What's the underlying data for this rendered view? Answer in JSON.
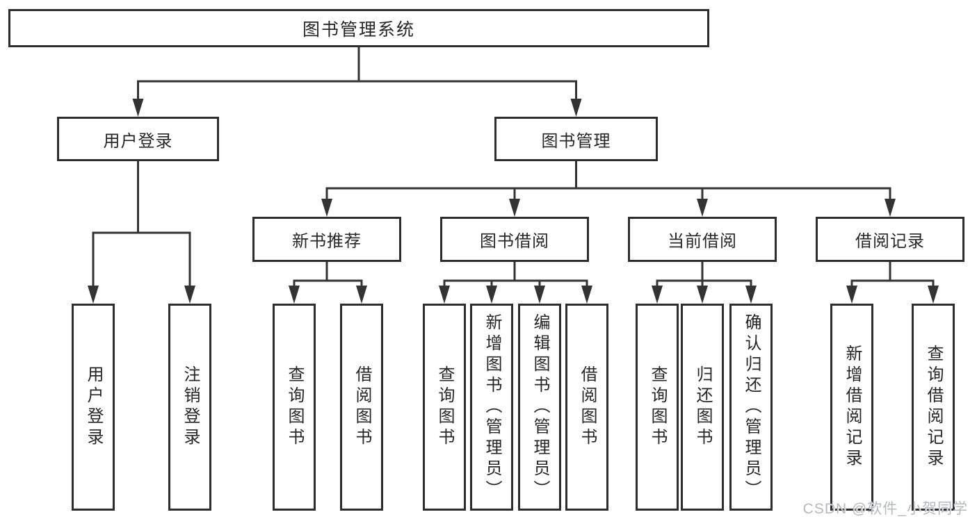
{
  "diagram_title": "图书管理系统",
  "tree": {
    "root": {
      "label": "图书管理系统"
    },
    "children": [
      {
        "label": "用户登录",
        "children": [
          {
            "label": "用户登录"
          },
          {
            "label": "注销登录"
          }
        ]
      },
      {
        "label": "图书管理",
        "children": [
          {
            "label": "新书推荐",
            "children": [
              {
                "label": "查询图书"
              },
              {
                "label": "借阅图书"
              }
            ]
          },
          {
            "label": "图书借阅",
            "children": [
              {
                "label": "查询图书"
              },
              {
                "label": "新增图书（管理员）"
              },
              {
                "label": "编辑图书（管理员）"
              },
              {
                "label": "借阅图书"
              }
            ]
          },
          {
            "label": "当前借阅",
            "children": [
              {
                "label": "查询图书"
              },
              {
                "label": "归还图书"
              },
              {
                "label": "确认归还（管理员）"
              }
            ]
          },
          {
            "label": "借阅记录",
            "children": [
              {
                "label": "新增借阅记录"
              },
              {
                "label": "查询借阅记录"
              }
            ]
          }
        ]
      }
    ]
  },
  "watermark": {
    "text": "CSDN @软件_小贺同学"
  },
  "colors": {
    "line": "#333333",
    "box_border": "#2d2d2d",
    "text": "#262626",
    "watermark": "#b5b8bd",
    "background": "#ffffff"
  }
}
